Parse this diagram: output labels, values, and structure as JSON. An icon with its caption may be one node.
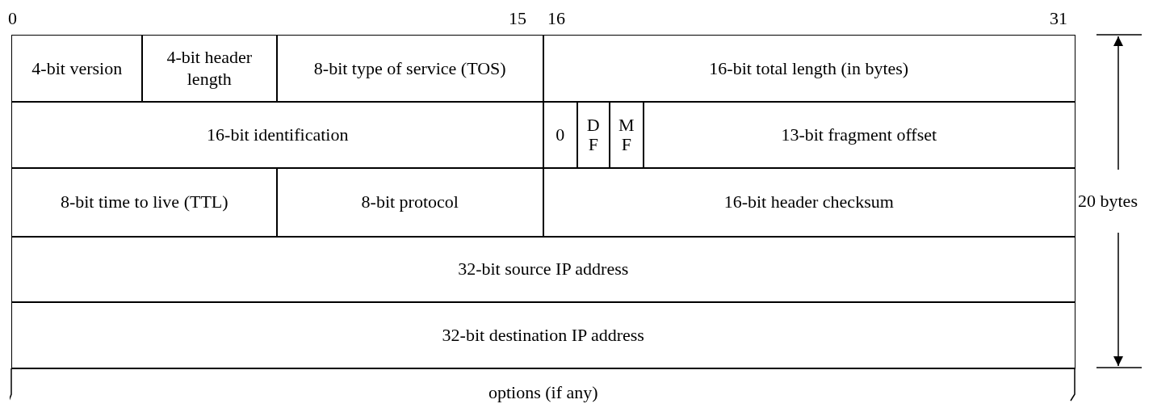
{
  "diagram": {
    "nodes": [
      {
        "text": [
          "4-bit version"
        ]
      },
      {
        "text": [
          "4-bit header length"
        ]
      },
      {
        "text": [
          "8-bit type of service (TOS)"
        ]
      },
      {
        "text": [
          "16-bit total length (in bytes)"
        ]
      },
      {
        "text": [
          "16-bit identification"
        ]
      },
      {
        "text": [
          "0"
        ]
      },
      {
        "text": [
          "D F"
        ]
      },
      {
        "text": [
          "M F"
        ]
      },
      {
        "text": [
          "13-bit fragment offset"
        ]
      },
      {
        "text": [
          "8-bit time to live (TTL)"
        ]
      },
      {
        "text": [
          "8-bit protocol"
        ]
      },
      {
        "text": [
          "16-bit header checksum"
        ]
      },
      {
        "text": [
          "32-bit source IP address"
        ]
      },
      {
        "text": [
          "32-bit destination IP address"
        ]
      },
      {
        "text": [
          "options (if any)"
        ]
      }
    ],
    "edges": [],
    "labels": [
      "0",
      "15",
      "16",
      "31",
      "20 bytes"
    ]
  }
}
